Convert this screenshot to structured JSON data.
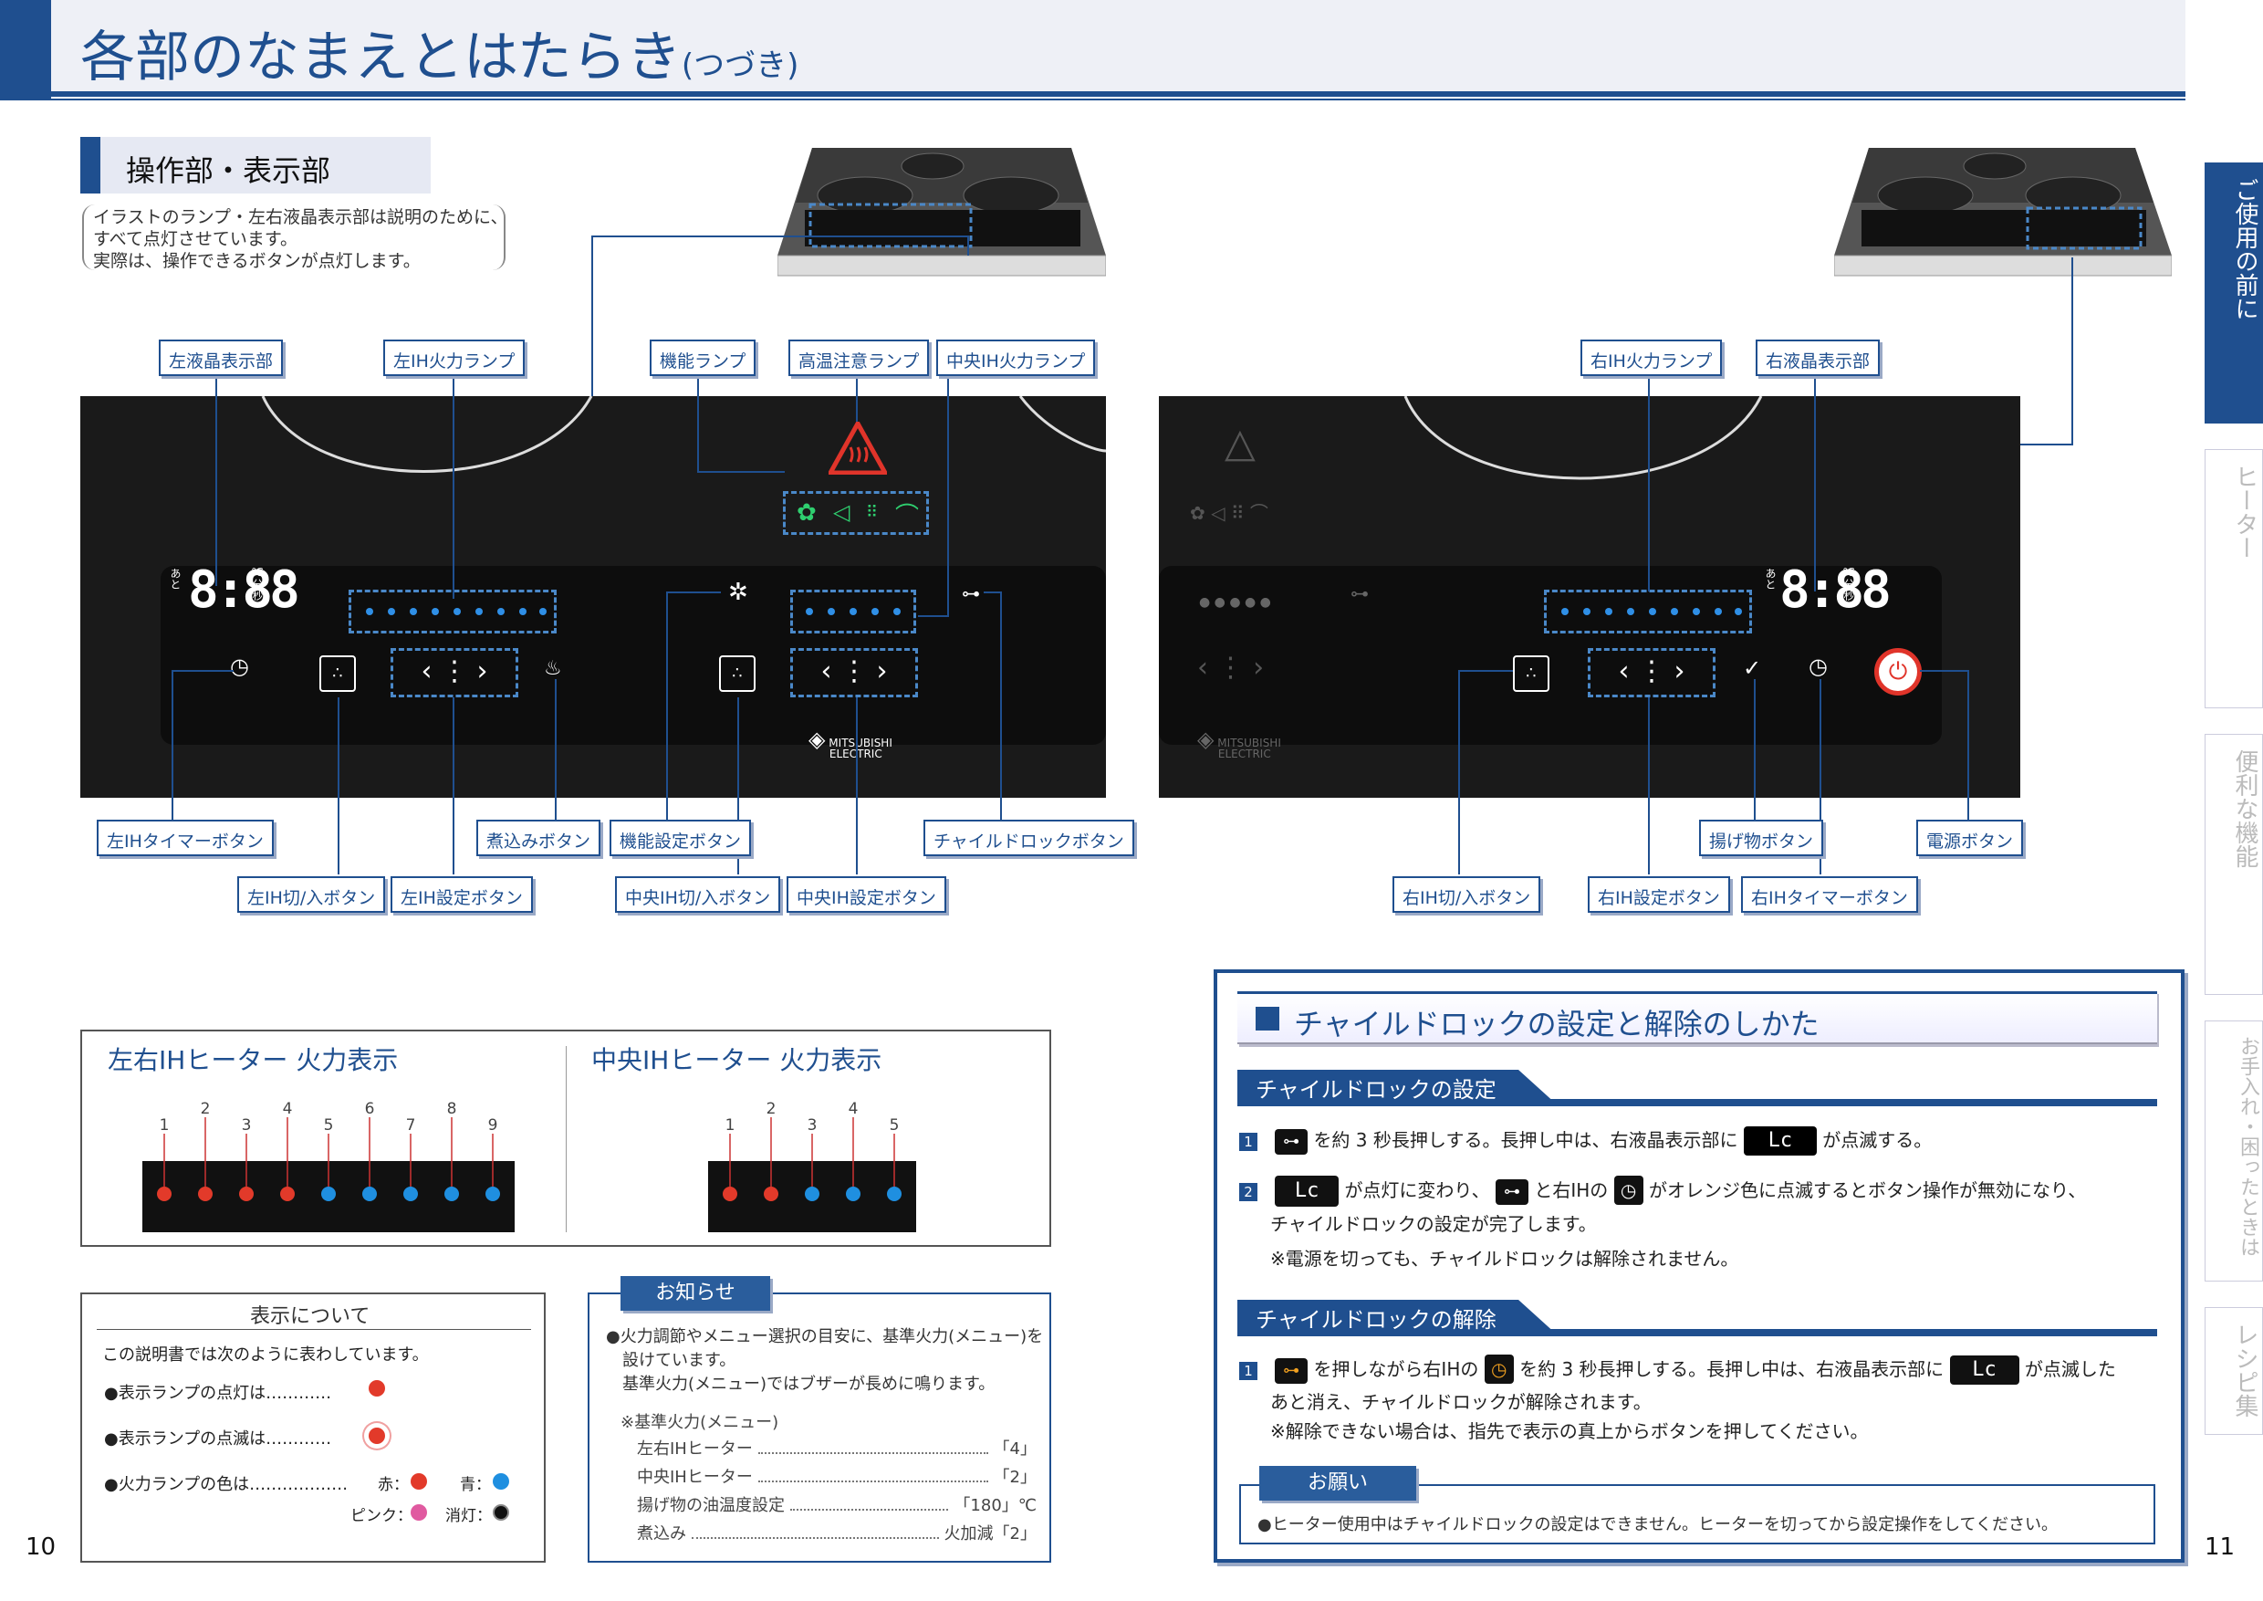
{
  "header": {
    "title": "各部のなまえとはたらき",
    "title_suffix": "(つづき)"
  },
  "section": {
    "title": "操作部・表示部"
  },
  "note": {
    "line1": "イラストのランプ・左右液晶表示部は説明のために、",
    "line2": "すべて点灯させています。",
    "line3": "実際は、操作できるボタンが点灯します。"
  },
  "left_panel": {
    "display_digits": "8:88",
    "display_left": "あと",
    "display_mid": "時間分",
    "display_right": "℃分秒",
    "brand_line1": "MITSUBISHI",
    "brand_line2": "ELECTRIC"
  },
  "right_panel": {
    "display_digits": "8:88",
    "display_left": "あと",
    "display_mid": "時間分",
    "display_right": "℃分秒",
    "brand_line1": "MITSUBISHI",
    "brand_line2": "ELECTRIC"
  },
  "labels_left_top": {
    "lcd_left": "左液晶表示部",
    "lamp_left": "左IH火力ランプ",
    "func_lamp": "機能ランプ",
    "hightemp_lamp": "高温注意ランプ",
    "lamp_center": "中央IH火力ランプ"
  },
  "labels_left_bottom": {
    "timer_left": "左IHタイマーボタン",
    "onoff_left": "左IH切/入ボタン",
    "set_left": "左IH設定ボタン",
    "simmer": "煮込みボタン",
    "func_set": "機能設定ボタン",
    "onoff_center": "中央IH切/入ボタン",
    "set_center": "中央IH設定ボタン",
    "childlock": "チャイルドロックボタン"
  },
  "labels_right_top": {
    "lamp_right": "右IH火力ランプ",
    "lcd_right": "右液晶表示部"
  },
  "labels_right_bottom": {
    "onoff_right": "右IH切/入ボタン",
    "set_right": "右IH設定ボタン",
    "fry": "揚げ物ボタン",
    "timer_right": "右IHタイマーボタン",
    "power": "電源ボタン"
  },
  "heat_display": {
    "lr_title": "左右IHヒーター 火力表示",
    "center_title": "中央IHヒーター 火力表示",
    "lr_numbers": [
      "1",
      "2",
      "3",
      "4",
      "5",
      "6",
      "7",
      "8",
      "9"
    ],
    "lr_colors": [
      "#e23a2a",
      "#e23a2a",
      "#e23a2a",
      "#e23a2a",
      "#1f8fe0",
      "#1f8fe0",
      "#1f8fe0",
      "#1f8fe0",
      "#1f8fe0"
    ],
    "center_numbers": [
      "1",
      "2",
      "3",
      "4",
      "5"
    ],
    "center_colors": [
      "#e23a2a",
      "#e23a2a",
      "#1f8fe0",
      "#1f8fe0",
      "#1f8fe0"
    ]
  },
  "display_about": {
    "title": "表示について",
    "intro": "この説明書では次のように表わしています。",
    "item1": "●表示ランプの点灯は…………",
    "item2": "●表示ランプの点滅は…………",
    "item3": "●火力ランプの色は………………",
    "red": "赤：",
    "blue": "青：",
    "pink": "ピンク：",
    "off": "消灯："
  },
  "notice": {
    "head": "お知らせ",
    "line1": "●火力調節やメニュー選択の目安に、基準火力(メニュー)を",
    "line2": "設けています。",
    "line3": "基準火力(メニュー)ではブザーが長めに鳴ります。",
    "sub": "※基準火力(メニュー)",
    "rows": [
      {
        "name": "左右IHヒーター",
        "value": "「4」"
      },
      {
        "name": "中央IHヒーター",
        "value": "「2」"
      },
      {
        "name": "揚げ物の油温度設定",
        "value": "「180」℃"
      },
      {
        "name": "煮込み",
        "value": "火加減「2」"
      }
    ]
  },
  "childlock": {
    "title": "チャイルドロックの設定と解除のしかた",
    "set_head": "チャイルドロックの設定",
    "set1_a": "を約 3 秒長押しする。長押し中は、右液晶表示部に",
    "set1_b": "が点滅する。",
    "set2_a": "が点灯に変わり、",
    "set2_b": "と右IHの",
    "set2_c": "がオレンジ色に点滅するとボタン操作が無効になり、",
    "set2_d": "チャイルドロックの設定が完了します。",
    "set2_e": "※電源を切っても、チャイルドロックは解除されません。",
    "release_head": "チャイルドロックの解除",
    "rel1_a": "を押しながら右IHの",
    "rel1_b": "を約 3 秒長押しする。長押し中は、右液晶表示部に",
    "rel1_c": "が点滅した",
    "rel1_d": "あと消え、チャイルドロックが解除されます。",
    "rel1_e": "※解除できない場合は、指先で表示の真上からボタンを押してください。",
    "lock_glyph": "Lc",
    "request_head": "お願い",
    "request": "●ヒーター使用中はチャイルドロックの設定はできません。ヒーターを切ってから設定操作をしてください。"
  },
  "sidetabs": [
    "ご使用の前に",
    "ヒーター",
    "便利な機能",
    "お手入れ・困ったときは",
    "レシピ集"
  ],
  "page_left": "10",
  "page_right": "11"
}
